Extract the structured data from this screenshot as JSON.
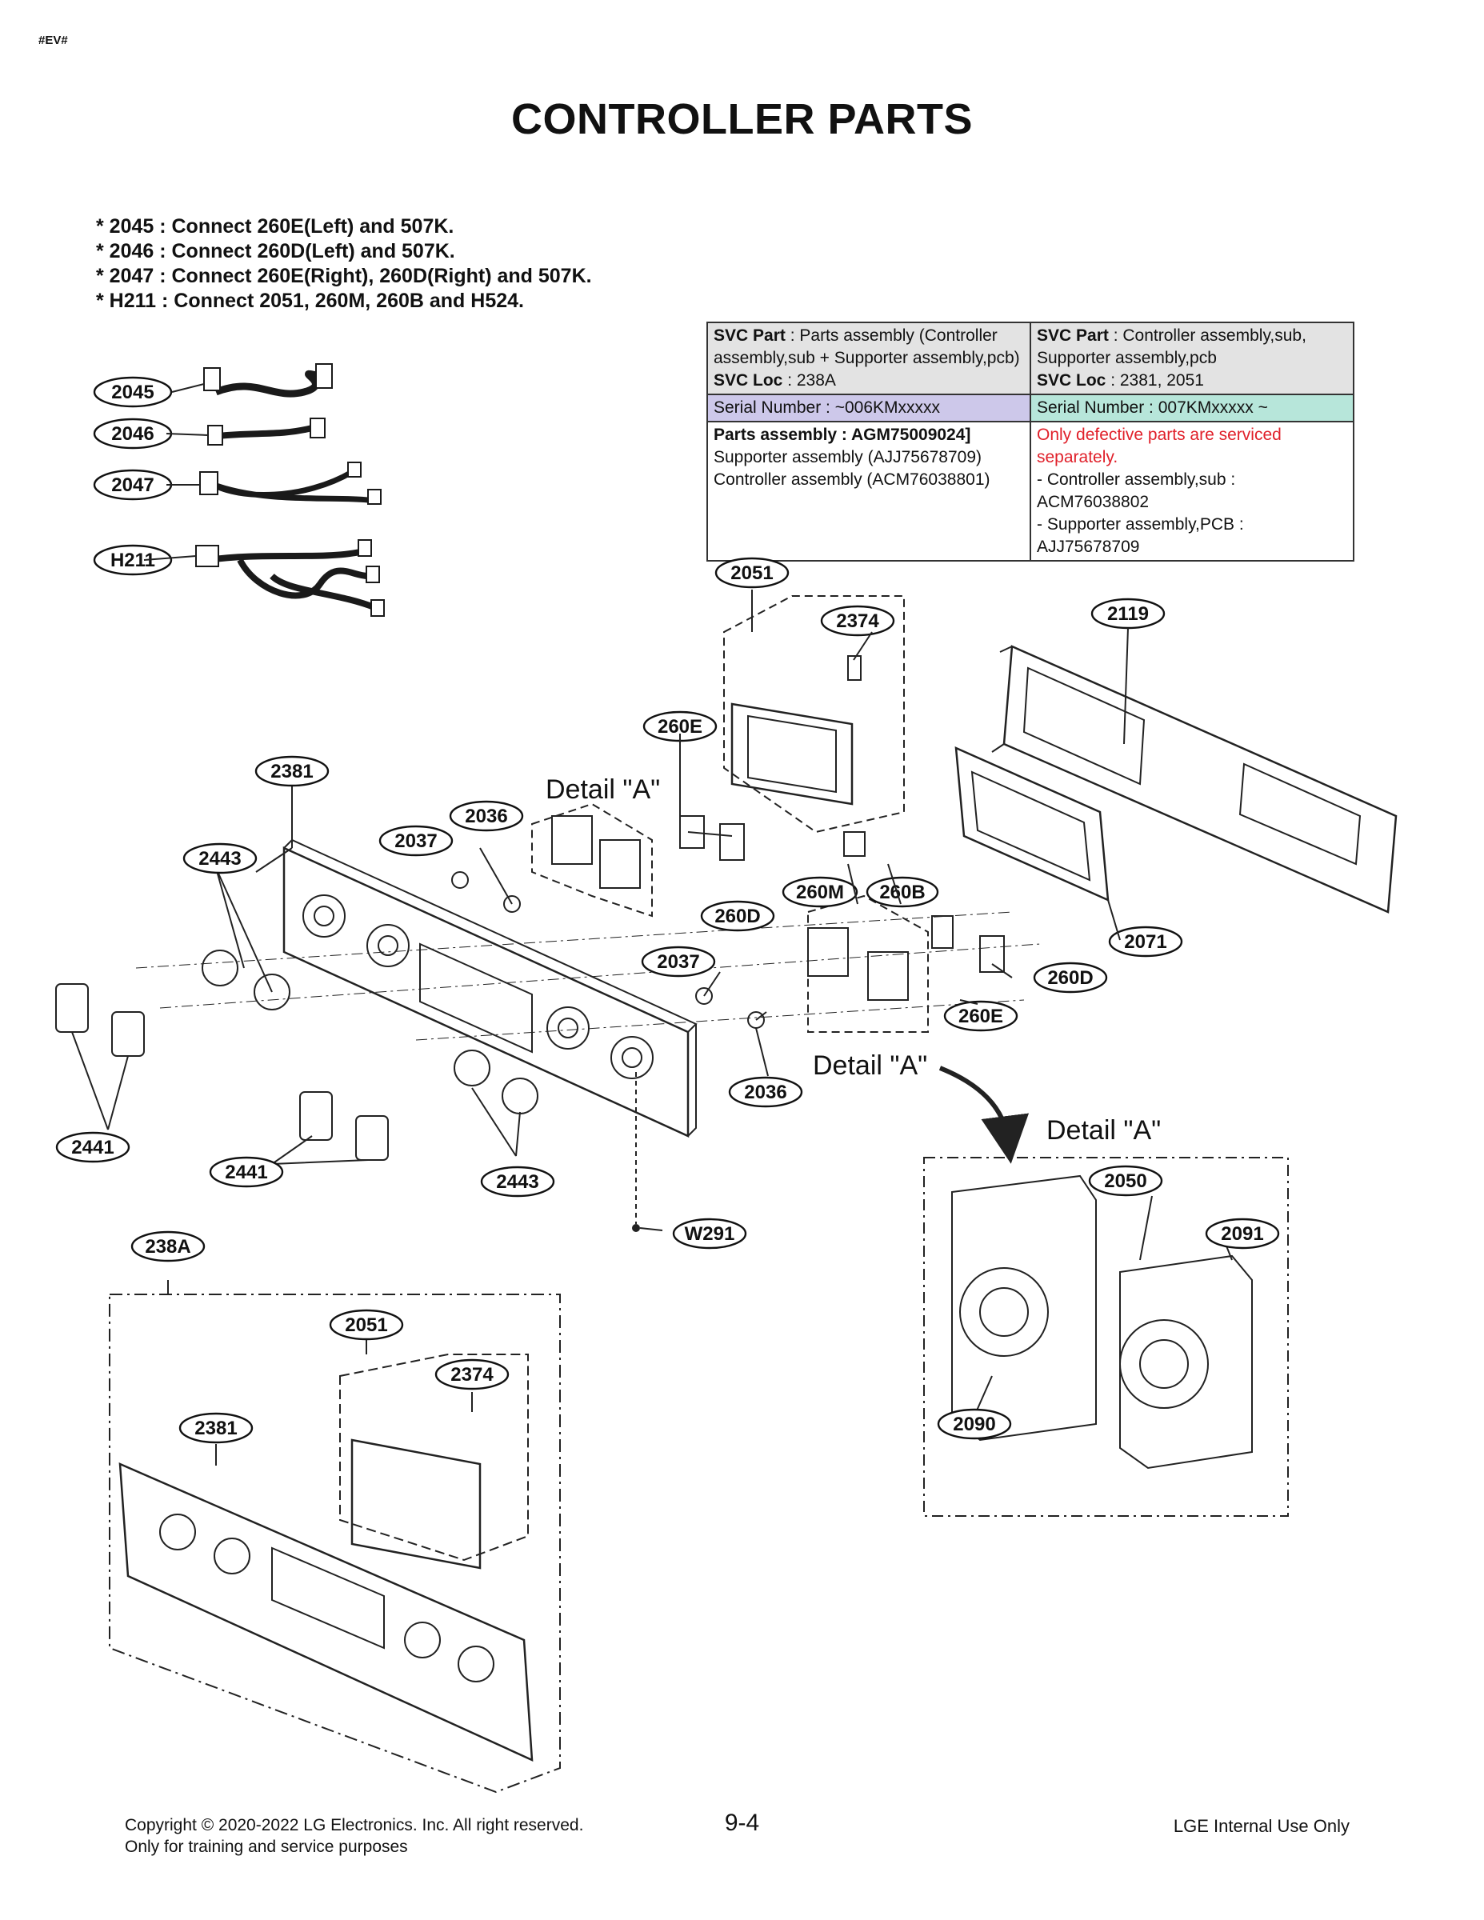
{
  "header": {
    "doc_code": "#EV#",
    "title": "CONTROLLER PARTS"
  },
  "notes": [
    "* 2045 : Connect 260E(Left) and 507K.",
    "* 2046 : Connect 260D(Left) and 507K.",
    "* 2047 : Connect 260E(Right), 260D(Right) and 507K.",
    "* H211 : Connect 2051, 260M, 260B and H524."
  ],
  "svc_table": {
    "left": {
      "svc_part_label": "SVC Part",
      "svc_part_value": " : Parts assembly (Controller assembly,sub + Supporter assembly,pcb)",
      "svc_loc_label": "SVC Loc",
      "svc_loc_value": " : 238A",
      "serial": "Serial Number : ~006KMxxxxx",
      "detail_title": "Parts assembly : AGM75009024]",
      "detail_lines": [
        "Supporter assembly (AJJ75678709)",
        "Controller assembly (ACM76038801)"
      ]
    },
    "right": {
      "svc_part_label": "SVC Part",
      "svc_part_value": " : Controller assembly,sub, Supporter assembly,pcb",
      "svc_loc_label": "SVC Loc",
      "svc_loc_value": " : 2381, 2051",
      "serial": "Serial Number : 007KMxxxxx ~",
      "detail_title": "Only defective parts are serviced separately.",
      "detail_lines": [
        " - Controller assembly,sub : ACM76038802",
        " - Supporter assembly,PCB : AJJ75678709"
      ]
    }
  },
  "callouts": {
    "c2045": "2045",
    "c2046": "2046",
    "c2047": "2047",
    "cH211": "H211",
    "c2051a": "2051",
    "c2374a": "2374",
    "c2119": "2119",
    "c260Ea": "260E",
    "c2381a": "2381",
    "c2036a": "2036",
    "c2037a": "2037",
    "c2443a": "2443",
    "c260M": "260M",
    "c260B": "260B",
    "c260Da": "260D",
    "c2037b": "2037",
    "c2071": "2071",
    "c260Db": "260D",
    "c260Eb": "260E",
    "c2036b": "2036",
    "c2441a": "2441",
    "c2441b": "2441",
    "c2443b": "2443",
    "cW291": "W291",
    "c238A": "238A",
    "c2051b": "2051",
    "c2374b": "2374",
    "c2381b": "2381",
    "c2050": "2050",
    "c2091": "2091",
    "c2090": "2090"
  },
  "detail_labels": {
    "top": "Detail \"A\"",
    "mid": "Detail \"A\"",
    "box": "Detail \"A\""
  },
  "footer": {
    "copyright": "Copyright © 2020-2022 LG Electronics. Inc. All right reserved.",
    "training": "Only for training and service purposes",
    "page": "9-4",
    "internal": "LGE Internal Use Only"
  }
}
